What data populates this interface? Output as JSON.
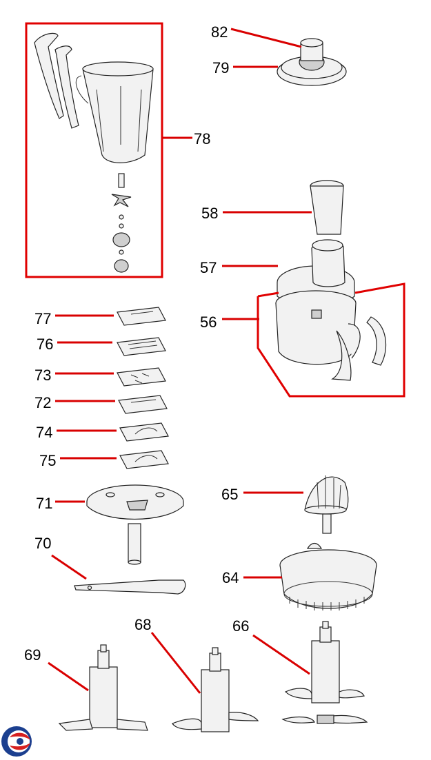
{
  "labels": {
    "p82": "82",
    "p79": "79",
    "p78": "78",
    "p58": "58",
    "p57": "57",
    "p56": "56",
    "p77": "77",
    "p76": "76",
    "p73": "73",
    "p72": "72",
    "p74": "74",
    "p75": "75",
    "p71": "71",
    "p65": "65",
    "p70": "70",
    "p64": "64",
    "p69": "69",
    "p68": "68",
    "p66": "66"
  },
  "colors": {
    "callout": "#d90000",
    "frame": "#e00000",
    "outline": "#222222"
  },
  "icons": {
    "logo": "brand-logo-icon"
  }
}
